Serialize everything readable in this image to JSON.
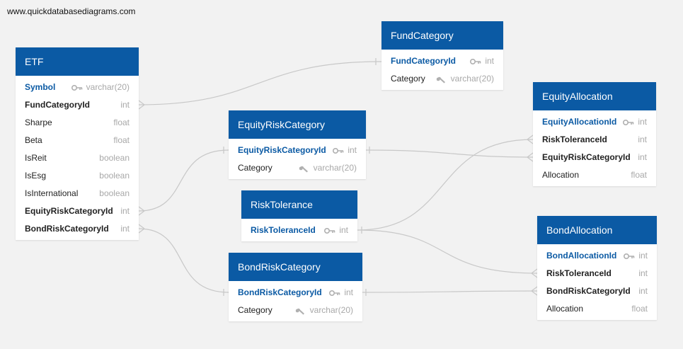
{
  "watermark": "www.quickdatabasediagrams.com",
  "colors": {
    "header": "#0b5aa4",
    "pk_text": "#0b5aa4",
    "type_text": "#a8a8a8",
    "link_line": "#c8c8c8"
  },
  "tables": {
    "etf": {
      "name": "ETF",
      "fields": [
        {
          "name": "Symbol",
          "type": "varchar(20)",
          "role": "pk",
          "icon": "key-icon"
        },
        {
          "name": "FundCategoryId",
          "type": "int",
          "role": "fk"
        },
        {
          "name": "Sharpe",
          "type": "float",
          "role": ""
        },
        {
          "name": "Beta",
          "type": "float",
          "role": ""
        },
        {
          "name": "IsReit",
          "type": "boolean",
          "role": ""
        },
        {
          "name": "IsEsg",
          "type": "boolean",
          "role": ""
        },
        {
          "name": "IsInternational",
          "type": "boolean",
          "role": ""
        },
        {
          "name": "EquityRiskCategoryId",
          "type": "int",
          "role": "fk"
        },
        {
          "name": "BondRiskCategoryId",
          "type": "int",
          "role": "fk"
        }
      ]
    },
    "fund_category": {
      "name": "FundCategory",
      "fields": [
        {
          "name": "FundCategoryId",
          "type": "int",
          "role": "pk",
          "icon": "key-icon"
        },
        {
          "name": "Category",
          "type": "varchar(20)",
          "role": "",
          "icon": "wrench-icon"
        }
      ]
    },
    "equity_risk_category": {
      "name": "EquityRiskCategory",
      "fields": [
        {
          "name": "EquityRiskCategoryId",
          "type": "int",
          "role": "pk",
          "icon": "key-icon"
        },
        {
          "name": "Category",
          "type": "varchar(20)",
          "role": "",
          "icon": "wrench-icon"
        }
      ]
    },
    "risk_tolerance": {
      "name": "RiskTolerance",
      "fields": [
        {
          "name": "RiskToleranceId",
          "type": "int",
          "role": "pk",
          "icon": "key-icon"
        }
      ]
    },
    "bond_risk_category": {
      "name": "BondRiskCategory",
      "fields": [
        {
          "name": "BondRiskCategoryId",
          "type": "int",
          "role": "pk",
          "icon": "key-icon"
        },
        {
          "name": "Category",
          "type": "varchar(20)",
          "role": "",
          "icon": "wrench-icon"
        }
      ]
    },
    "equity_allocation": {
      "name": "EquityAllocation",
      "fields": [
        {
          "name": "EquityAllocationId",
          "type": "int",
          "role": "pk",
          "icon": "key-icon"
        },
        {
          "name": "RiskToleranceId",
          "type": "int",
          "role": "fk"
        },
        {
          "name": "EquityRiskCategoryId",
          "type": "int",
          "role": "fk"
        },
        {
          "name": "Allocation",
          "type": "float",
          "role": ""
        }
      ]
    },
    "bond_allocation": {
      "name": "BondAllocation",
      "fields": [
        {
          "name": "BondAllocationId",
          "type": "int",
          "role": "pk",
          "icon": "key-icon"
        },
        {
          "name": "RiskToleranceId",
          "type": "int",
          "role": "fk"
        },
        {
          "name": "BondRiskCategoryId",
          "type": "int",
          "role": "fk"
        },
        {
          "name": "Allocation",
          "type": "float",
          "role": ""
        }
      ]
    }
  }
}
